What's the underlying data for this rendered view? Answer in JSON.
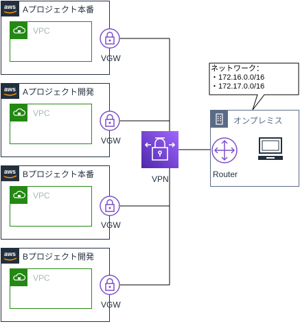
{
  "accounts": [
    {
      "label": "Aプロジェクト本番",
      "vpc_label": "VPC",
      "vgw_label": "VGW"
    },
    {
      "label": "Aプロジェクト開発",
      "vpc_label": "VPC",
      "vgw_label": "VGW"
    },
    {
      "label": "Bプロジェクト本番",
      "vpc_label": "VPC",
      "vgw_label": "VGW"
    },
    {
      "label": "Bプロジェクト開発",
      "vpc_label": "VPC",
      "vgw_label": "VGW"
    }
  ],
  "aws_badge_text": "aws",
  "vpn": {
    "label": "VPN"
  },
  "onprem": {
    "label": "オンプレミス",
    "router_label": "Router"
  },
  "note": {
    "text": "ネットワーク：\n・172.16.0.0/16\n・172.17.0.0/16"
  },
  "colors": {
    "aws_dark": "#232f3e",
    "vpc_green": "#248814",
    "vgw_purple": "#7b4fc9",
    "vpn_purple": "#8c4fff",
    "onprem_slate": "#5a6b86"
  },
  "icons": {
    "aws_logo": "aws-logo-icon",
    "vpc": "cloud-lock-icon",
    "vgw": "padlock-icon",
    "vpn": "vpn-gateway-icon",
    "router": "router-icon",
    "workstation": "desktop-computer-icon",
    "building": "office-building-icon"
  }
}
